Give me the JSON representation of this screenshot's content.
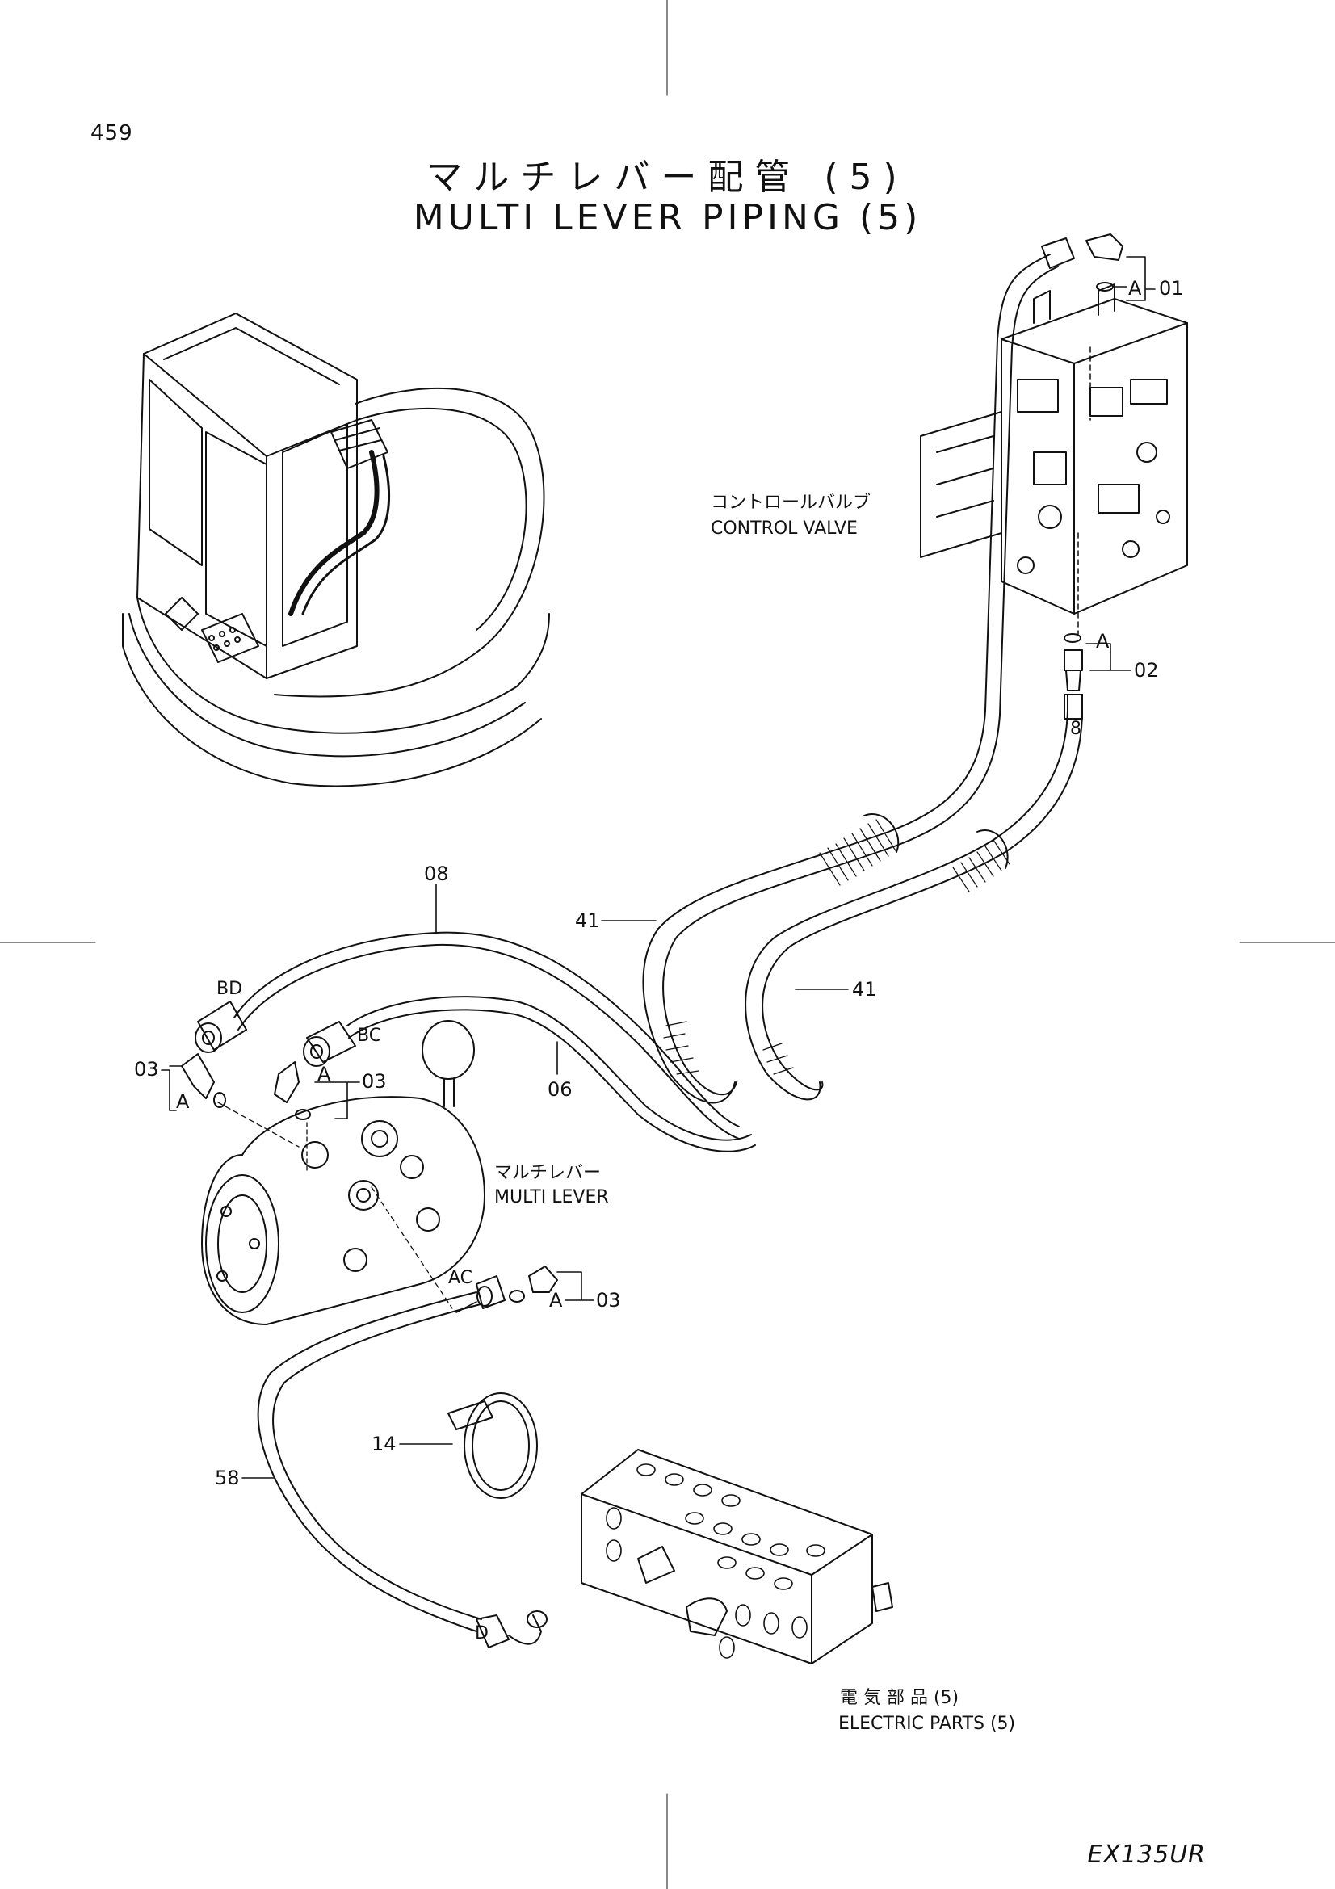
{
  "page_number": "459",
  "title_jp": "マルチレバー配管 (5)",
  "title_en": "MULTI LEVER PIPING (5)",
  "model": "EX135UR",
  "component_labels": {
    "control_valve_jp": "コントロールバルブ",
    "control_valve_en": "CONTROL VALVE",
    "multi_lever_jp": "マルチレバー",
    "multi_lever_en": "MULTI LEVER",
    "electric_parts_jp": "電 気 部 品 (5)",
    "electric_parts_en": "ELECTRIC PARTS (5)"
  },
  "part_callouts": {
    "p01": "01",
    "p02": "02",
    "p03_left": "03",
    "p03_mid": "03",
    "p03_low": "03",
    "p06": "06",
    "p08": "08",
    "p14": "14",
    "p41_left": "41",
    "p41_right": "41",
    "p58": "58"
  },
  "ref_letters": {
    "a1": "A",
    "a2": "A",
    "a3": "A",
    "a4": "A",
    "a5": "A",
    "bd": "BD",
    "bc": "BC",
    "ac": "AC",
    "d": "D",
    "eight": "8"
  }
}
